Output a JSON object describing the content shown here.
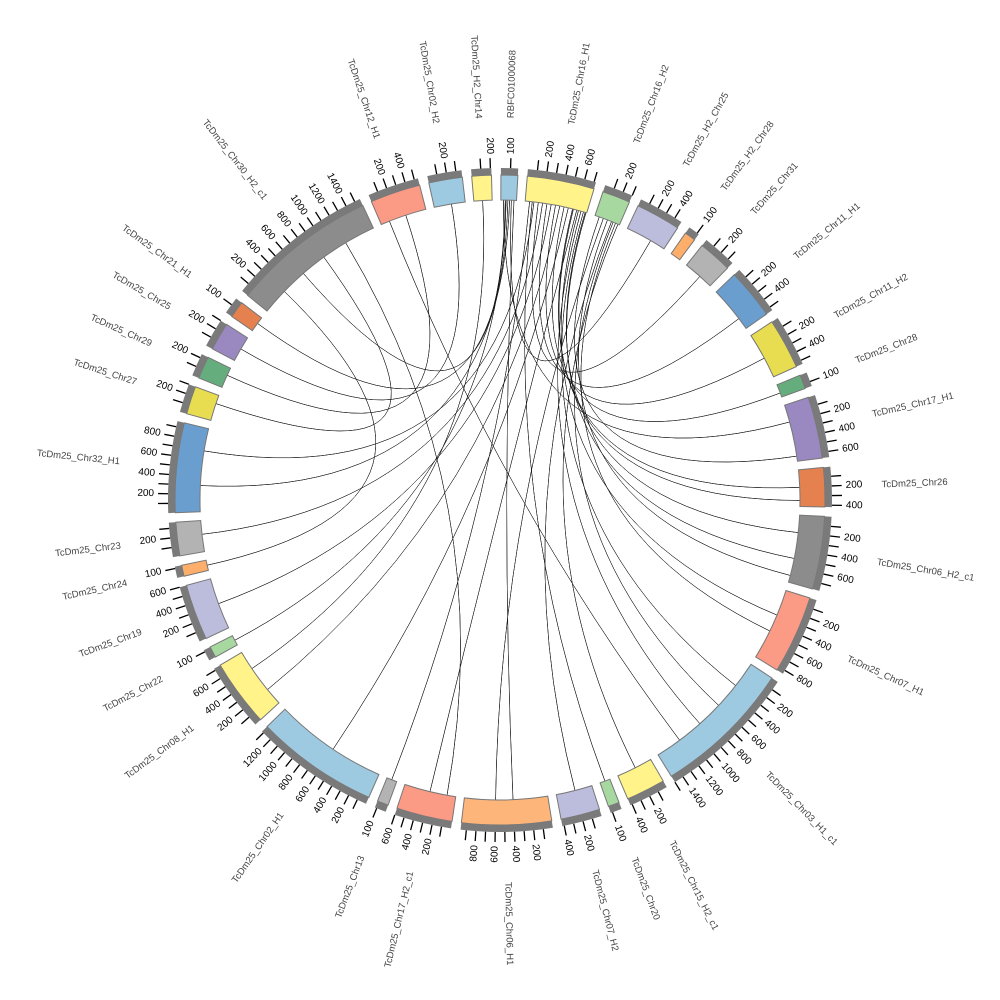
{
  "circos": {
    "tick_interval": 100,
    "sectors": [
      {
        "name": "TcDm25_H2_Chr14",
        "length": 210,
        "color": "#fff38a"
      },
      {
        "name": "RBFC01000068",
        "length": 180,
        "color": "#9ecae1"
      },
      {
        "name": "TcDm25_Chr16_H1",
        "length": 720,
        "color": "#fff38a"
      },
      {
        "name": "TcDm25_Chr16_H2",
        "length": 300,
        "color": "#a6d8a0"
      },
      {
        "name": "TcDm25_H2_Chr25",
        "length": 480,
        "color": "#bcbddc"
      },
      {
        "name": "TcDm25_H2_Chr28",
        "length": 120,
        "color": "#fdae6b"
      },
      {
        "name": "TcDm25_Chr31",
        "length": 360,
        "color": "#b3b3b3"
      },
      {
        "name": "TcDm25_Chr11_H1",
        "length": 540,
        "color": "#6a9ecf"
      },
      {
        "name": "TcDm25_Chr11_H2",
        "length": 540,
        "color": "#e8dd50"
      },
      {
        "name": "TcDm25_Chr28",
        "length": 150,
        "color": "#66ad7d"
      },
      {
        "name": "TcDm25_Chr17_H1",
        "length": 660,
        "color": "#9a88c0"
      },
      {
        "name": "TcDm25_Chr26",
        "length": 420,
        "color": "#e5804f"
      },
      {
        "name": "TcDm25_Chr06_H2_c1",
        "length": 780,
        "color": "#8c8c8c"
      },
      {
        "name": "TcDm25_Chr07_H1",
        "length": 840,
        "color": "#fb9a85"
      },
      {
        "name": "TcDm25_Chr03_H1_c1",
        "length": 1500,
        "color": "#9ecae1"
      },
      {
        "name": "TcDm25_Chr15_H2_c1",
        "length": 420,
        "color": "#fff38a"
      },
      {
        "name": "TcDm25_Chr20",
        "length": 120,
        "color": "#a6d8a0"
      },
      {
        "name": "TcDm25_Chr07_H2",
        "length": 420,
        "color": "#bcbddc"
      },
      {
        "name": "TcDm25_Chr06_H1",
        "length": 960,
        "color": "#fdb57a"
      },
      {
        "name": "TcDm25_Chr17_H2_c1",
        "length": 600,
        "color": "#fb9a85"
      },
      {
        "name": "TcDm25_Chr13",
        "length": 120,
        "color": "#b3b3b3"
      },
      {
        "name": "TcDm25_Chr02_H1",
        "length": 1320,
        "color": "#9ecae1"
      },
      {
        "name": "TcDm25_Chr08_H1",
        "length": 720,
        "color": "#fff38a"
      },
      {
        "name": "TcDm25_Chr22",
        "length": 120,
        "color": "#a6d8a0"
      },
      {
        "name": "TcDm25_Chr19",
        "length": 600,
        "color": "#bcbddc"
      },
      {
        "name": "TcDm25_Chr24",
        "length": 120,
        "color": "#fdae6b"
      },
      {
        "name": "TcDm25_Chr23",
        "length": 360,
        "color": "#b3b3b3"
      },
      {
        "name": "TcDm25_Chr32_H1",
        "length": 960,
        "color": "#6a9ecf"
      },
      {
        "name": "TcDm25_Chr27",
        "length": 300,
        "color": "#e8dd50"
      },
      {
        "name": "TcDm25_Chr29",
        "length": 240,
        "color": "#66ad7d"
      },
      {
        "name": "TcDm25_Chr25",
        "length": 300,
        "color": "#9a88c0"
      },
      {
        "name": "TcDm25_Chr21_H1",
        "length": 180,
        "color": "#e5804f"
      },
      {
        "name": "TcDm25_Chr30_H2_c1",
        "length": 1560,
        "color": "#8c8c8c"
      },
      {
        "name": "TcDm25_Chr12_H1",
        "length": 540,
        "color": "#fb9a85"
      },
      {
        "name": "TcDm25_Chr02_H2",
        "length": 360,
        "color": "#9ecae1"
      }
    ],
    "links": [
      {
        "s": 1,
        "sp": 50,
        "t": 32,
        "tp": 600,
        "c": "#333333"
      },
      {
        "s": 1,
        "sp": 100,
        "t": 27,
        "tp": 300,
        "c": "#6a9ecf"
      },
      {
        "s": 2,
        "sp": 100,
        "t": 27,
        "tp": 700,
        "c": "#333333"
      },
      {
        "s": 2,
        "sp": 200,
        "t": 26,
        "tp": 200,
        "c": "#6a9ecf"
      },
      {
        "s": 2,
        "sp": 300,
        "t": 24,
        "tp": 300,
        "c": "#334466"
      },
      {
        "s": 2,
        "sp": 400,
        "t": 22,
        "tp": 200,
        "c": "#e8dd50"
      },
      {
        "s": 2,
        "sp": 500,
        "t": 21,
        "tp": 600,
        "c": "#334466"
      },
      {
        "s": 2,
        "sp": 600,
        "t": 19,
        "tp": 300,
        "c": "#a0522d"
      },
      {
        "s": 1,
        "sp": 150,
        "t": 18,
        "tp": 400,
        "c": "#2e5e3e"
      },
      {
        "s": 3,
        "sp": 100,
        "t": 18,
        "tp": 600,
        "c": "#2e5e3e"
      },
      {
        "s": 3,
        "sp": 200,
        "t": 17,
        "tp": 200,
        "c": "#a0522d"
      },
      {
        "s": 2,
        "sp": 650,
        "t": 14,
        "tp": 900,
        "c": "#333333"
      },
      {
        "s": 2,
        "sp": 680,
        "t": 14,
        "tp": 300,
        "c": "#a0522d"
      },
      {
        "s": 3,
        "sp": 250,
        "t": 13,
        "tp": 500,
        "c": "#a0522d"
      },
      {
        "s": 2,
        "sp": 700,
        "t": 12,
        "tp": 200,
        "c": "#334466"
      },
      {
        "s": 2,
        "sp": 710,
        "t": 12,
        "tp": 500,
        "c": "#222222"
      },
      {
        "s": 3,
        "sp": 150,
        "t": 12,
        "tp": 700,
        "c": "#2e5e3e"
      },
      {
        "s": 2,
        "sp": 550,
        "t": 11,
        "tp": 200,
        "c": "#555577"
      },
      {
        "s": 2,
        "sp": 560,
        "t": 11,
        "tp": 350,
        "c": "#333333"
      },
      {
        "s": 3,
        "sp": 50,
        "t": 10,
        "tp": 600,
        "c": "#555555"
      },
      {
        "s": 2,
        "sp": 450,
        "t": 9,
        "tp": 100,
        "c": "#e8dd50"
      },
      {
        "s": 2,
        "sp": 350,
        "t": 8,
        "tp": 300,
        "c": "#334466"
      },
      {
        "s": 2,
        "sp": 250,
        "t": 7,
        "tp": 400,
        "c": "#a0522d"
      },
      {
        "s": 2,
        "sp": 150,
        "t": 6,
        "tp": 200,
        "c": "#334466"
      },
      {
        "s": 1,
        "sp": 120,
        "t": 4,
        "tp": 300,
        "c": "#bcbddc"
      },
      {
        "s": 34,
        "sp": 200,
        "t": 30,
        "tp": 150,
        "c": "#a0522d"
      },
      {
        "s": 33,
        "sp": 300,
        "t": 29,
        "tp": 150,
        "c": "#2e5e3e"
      },
      {
        "s": 32,
        "sp": 900,
        "t": 28,
        "tp": 200,
        "c": "#a0522d"
      },
      {
        "s": 32,
        "sp": 300,
        "t": 25,
        "tp": 60,
        "c": "#334466"
      },
      {
        "s": 1,
        "sp": 80,
        "t": 31,
        "tp": 100,
        "c": "#333333"
      },
      {
        "s": 1,
        "sp": 60,
        "t": 23,
        "tp": 60,
        "c": "#334466"
      },
      {
        "s": 2,
        "sp": 50,
        "t": 20,
        "tp": 60,
        "c": "#a0522d"
      },
      {
        "s": 2,
        "sp": 80,
        "t": 16,
        "tp": 60,
        "c": "#a0522d"
      },
      {
        "s": 3,
        "sp": 280,
        "t": 15,
        "tp": 200,
        "c": "#333333"
      },
      {
        "s": 0,
        "sp": 100,
        "t": 22,
        "tp": 500,
        "c": "#e8dd50"
      },
      {
        "s": 33,
        "sp": 100,
        "t": 14,
        "tp": 1200,
        "c": "#333333"
      },
      {
        "s": 32,
        "sp": 1200,
        "t": 19,
        "tp": 100,
        "c": "#333333"
      },
      {
        "s": 1,
        "sp": 30,
        "t": 10,
        "tp": 200,
        "c": "#555555"
      },
      {
        "s": 2,
        "sp": 620,
        "t": 13,
        "tp": 300,
        "c": "#333333"
      },
      {
        "s": 3,
        "sp": 220,
        "t": 14,
        "tp": 600,
        "c": "#334466"
      }
    ]
  }
}
